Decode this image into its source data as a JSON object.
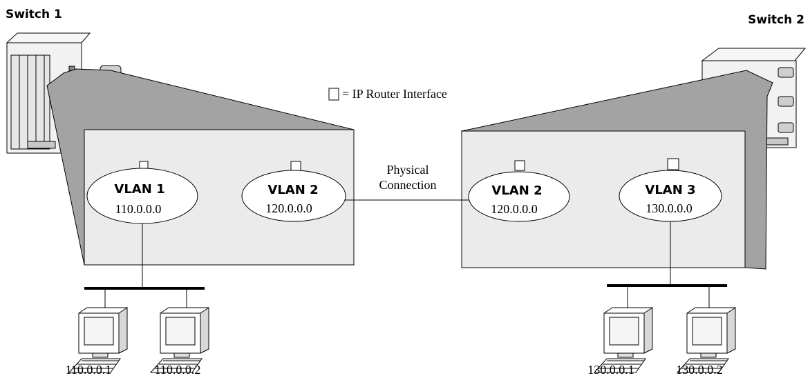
{
  "switches": [
    {
      "label": "Switch 1"
    },
    {
      "label": "Switch 2"
    }
  ],
  "legend": {
    "text": "= IP Router Interface"
  },
  "connection": {
    "line1": "Physical",
    "line2": "Connection"
  },
  "vlans": [
    {
      "name": "VLAN 1",
      "subnet": "110.0.0.0"
    },
    {
      "name": "VLAN 2",
      "subnet": "120.0.0.0"
    },
    {
      "name": "VLAN 2",
      "subnet": "120.0.0.0"
    },
    {
      "name": "VLAN 3",
      "subnet": "130.0.0.0"
    }
  ],
  "hosts": [
    {
      "ip": "110.0.0.1"
    },
    {
      "ip": "110.0.0.2"
    },
    {
      "ip": "130.0.0.1"
    },
    {
      "ip": "130.0.0.2"
    }
  ],
  "colors": {
    "panel": "#ebebeb",
    "wing": "#a3a3a3",
    "ellipse": "#ffffff",
    "stroke": "#000000",
    "chassis": "#f2f2f2"
  }
}
